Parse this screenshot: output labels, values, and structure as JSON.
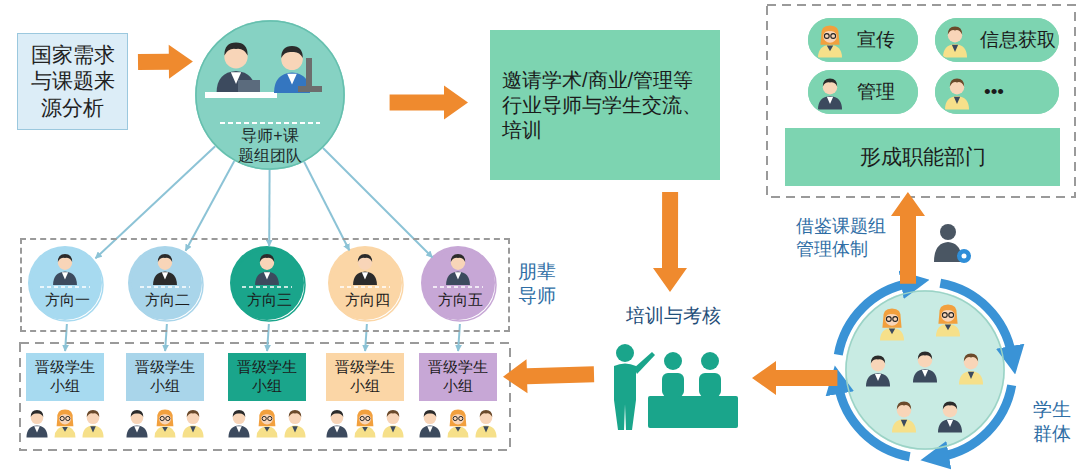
{
  "diagram": {
    "nodes": [
      {
        "text": [
          "国家需求与课题来源分析"
        ]
      },
      {
        "text": [
          "导师+课题组团队"
        ]
      },
      {
        "text": [
          "邀请学术/商业/管理等行业导师与学生交流、培训"
        ]
      },
      {
        "text": [
          "宣传"
        ]
      },
      {
        "text": [
          "信息获取"
        ]
      },
      {
        "text": [
          "管理"
        ]
      },
      {
        "text": [
          "•••"
        ]
      },
      {
        "text": [
          "形成职能部门"
        ]
      },
      {
        "text": [
          "朋辈导师"
        ]
      },
      {
        "text": [
          "方向一"
        ],
        "in": 8
      },
      {
        "text": [
          "方向二"
        ],
        "in": 8
      },
      {
        "text": [
          "方向三"
        ],
        "in": 8
      },
      {
        "text": [
          "方向四"
        ],
        "in": 8
      },
      {
        "text": [
          "方向五"
        ],
        "in": 8
      },
      {
        "text": [
          "晋级学生小组"
        ]
      },
      {
        "text": [
          "晋级学生小组"
        ]
      },
      {
        "text": [
          "晋级学生小组"
        ]
      },
      {
        "text": [
          "晋级学生小组"
        ]
      },
      {
        "text": [
          "晋级学生小组"
        ]
      },
      {
        "text": [
          "培训与考核"
        ]
      },
      {
        "text": [
          "学生群体"
        ]
      }
    ],
    "edges": [
      {
        "from": 0,
        "to": 1,
        "arrow": "to"
      },
      {
        "from": 1,
        "to": 2,
        "arrow": "to"
      },
      {
        "from": 1,
        "to": 9,
        "arrow": "to"
      },
      {
        "from": 1,
        "to": 10,
        "arrow": "to"
      },
      {
        "from": 1,
        "to": 11,
        "arrow": "to"
      },
      {
        "from": 1,
        "to": 12,
        "arrow": "to"
      },
      {
        "from": 1,
        "to": 13,
        "arrow": "to"
      },
      {
        "from": 9,
        "to": 14,
        "arrow": "to"
      },
      {
        "from": 10,
        "to": 15,
        "arrow": "to"
      },
      {
        "from": 11,
        "to": 16,
        "arrow": "to"
      },
      {
        "from": 12,
        "to": 17,
        "arrow": "to"
      },
      {
        "from": 13,
        "to": 18,
        "arrow": "to"
      },
      {
        "from": 2,
        "to": 19,
        "arrow": "to"
      },
      {
        "from": 20,
        "to": 19,
        "arrow": "to"
      },
      {
        "from": 19,
        "to": 18,
        "arrow": "to"
      },
      {
        "from": 20,
        "to": 7,
        "arrow": "to",
        "label": "借鉴课题组管理体制"
      }
    ]
  }
}
